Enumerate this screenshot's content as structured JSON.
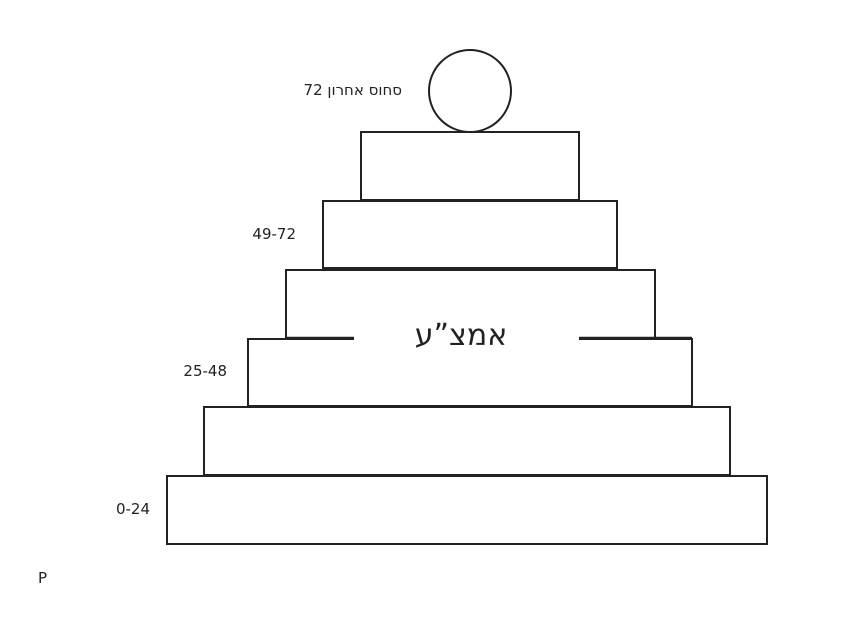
{
  "pyramid": {
    "top_label": "72 סחוס אחרון",
    "center_label": "אמצ”ע",
    "labels": [
      {
        "id": "range-49-72",
        "text": "49-72"
      },
      {
        "id": "range-25-48",
        "text": "25-48"
      },
      {
        "id": "range-0-24",
        "text": "0-24"
      }
    ],
    "tiers": 6
  },
  "corner_mark": "P"
}
